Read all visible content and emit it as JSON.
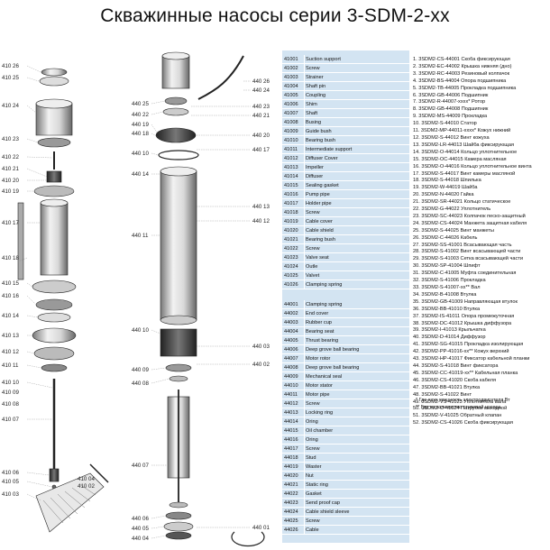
{
  "title": "Скважинные насосы серии 3-SDM-2-xx",
  "table": {
    "group1": [
      [
        "41001",
        "Suction support"
      ],
      [
        "41002",
        "Screw"
      ],
      [
        "41003",
        "Strainer"
      ],
      [
        "41004",
        "Shaft pin"
      ],
      [
        "41005",
        "Coupling"
      ],
      [
        "41006",
        "Shim"
      ],
      [
        "41007",
        "Shaft"
      ],
      [
        "41008",
        "Busing"
      ],
      [
        "41009",
        "Guide bush"
      ],
      [
        "41010",
        "Bearing bush"
      ],
      [
        "41011",
        "Intermediate support"
      ],
      [
        "41012",
        "Diffuser Cover"
      ],
      [
        "41013",
        "Impeller"
      ],
      [
        "41014",
        "Diffuser"
      ],
      [
        "41015",
        "Sealing gasket"
      ],
      [
        "41016",
        "Pump pipe"
      ],
      [
        "41017",
        "Holder pipe"
      ],
      [
        "41018",
        "Screw"
      ],
      [
        "41019",
        "Cable cover"
      ],
      [
        "41020",
        "Cable shield"
      ],
      [
        "41021",
        "Bearing bush"
      ],
      [
        "41022",
        "Screw"
      ],
      [
        "41023",
        "Valve seat"
      ],
      [
        "41024",
        "Outle"
      ],
      [
        "41025",
        "Valvet"
      ],
      [
        "41026",
        "Clamping spring"
      ]
    ],
    "group2": [
      [
        "44001",
        "Clamping spring"
      ],
      [
        "44002",
        "End cover"
      ],
      [
        "44003",
        "Rubber cup"
      ],
      [
        "44004",
        "Bearing seat"
      ],
      [
        "44005",
        "Thrust bearing"
      ],
      [
        "44006",
        "Deep grove ball bearing"
      ],
      [
        "44007",
        "Motor rotor"
      ],
      [
        "44008",
        "Deep grove ball bearing"
      ],
      [
        "44009",
        "Mechanical seal"
      ],
      [
        "44010",
        "Motor stator"
      ],
      [
        "44011",
        "Motor pipe"
      ],
      [
        "44012",
        "Screw"
      ],
      [
        "44013",
        "Locking ring"
      ],
      [
        "44014",
        "Oring"
      ],
      [
        "44015",
        "Oil chamber"
      ],
      [
        "44016",
        "Oring"
      ],
      [
        "44017",
        "Screw"
      ],
      [
        "44018",
        "Stud"
      ],
      [
        "44019",
        "Waster"
      ],
      [
        "44020",
        "Nut"
      ],
      [
        "44021",
        "Static ring"
      ],
      [
        "44022",
        "Gasket"
      ],
      [
        "44023",
        "Send proof cap"
      ],
      [
        "44024",
        "Cable shield sleeve"
      ],
      [
        "44025",
        "Screw"
      ],
      [
        "44026",
        "Cable"
      ]
    ]
  },
  "parts_list": [
    "1. 3SDM2-CS-44001 Скоба фиксирующая",
    "2. 3SDM2-EC-44002 Крышка нижняя (дно)",
    "3. 3SDM2-RC-44003 Резиновый колпачок",
    "4. 3SDM2-BS-44004 Опора подшипника",
    "5. 3SDM2-TB-44005 Прокладка подшипника",
    "6. 3SDM2-GB-44006 Подшипник",
    "7. 3SDM2-R-44007-xxxx* Ротор",
    "8. 3SDM2-GB-44008 Подшипник",
    "9. 3SDM2-MS-44009 Прокладка",
    "10. 3SDM2-S-44010 Статор",
    "11. 3SDM2-MP-44011-xxxx* Кожух нижний",
    "12. 3SDM2-S-44012 Винт кожуха",
    "13. 3SDM2-LR-44013 Шайба фиксирующая",
    "14. 3SDM2-O-44014 Кольцо уплотнительное",
    "15. 3SDM2-OC-44015 Камера масляная",
    "16. 3SDM2-O-44016 Кольцо уплотнительное винта",
    "17. 3SDM2-S-44017 Винт камеры масляной",
    "18. 3SDM2-S-44018 Шпилька",
    "19. 3SDM2-W-44019 Шайба",
    "20. 3SDM2-N-44020 Гайка",
    "21. 3SDM2-SR-44021 Кольцо статическое",
    "22. 3SDM2-G-44022 Уплотнитель",
    "23. 3SDM2-SC-44023 Колпачок песко-защитный",
    "24. 3SDM2-CS-44024 Манжета защитная кабеля",
    "25. 3SDM2-S-44025 Винт манжеты",
    "26. 3SDM2-C-44026 Кабель",
    "27. 3SDM2-SS-41001 Всасывающая часть",
    "28. 3SDM2-S-41002 Винт всасывающей части",
    "29. 3SDM2-S-41003 Сетка всасывающей части",
    "30. 3SDM2-SP-41004 Шпифт",
    "31. 3SDM2-C-41005 Муфта соединительная",
    "32. 3SDM2-S-41006 Прокладка",
    "33. 3SDM2-S-41007-xx** Вал",
    "34. 3SDM2-B-41008 Втулка",
    "35. 3SDM2-GB-41009 Направляющая втулок",
    "36. 3SDM2-BB-41010 Втулка",
    "37. 3SDM2-IS-41011 Опора промежуточная",
    "38. 3SDM2-DC-41012 Крышка диффузора",
    "39. 3SDM2-I-41013 Крыльчатка",
    "40. 3SDM2-D-41014 Диффузор",
    "41. 3SDM2-SG-41015 Прокладка изолирующая",
    "42. 3SDM2-PP-41016-xx** Кожух верхний",
    "43. 3SDM2-HP-41017 Фиксатор кабельной планки",
    "44. 3SDM2-S-41018 Винт фиксатора",
    "45. 3SDM2-CC-41019-xx** Кабельная планка",
    "46. 3SDM2-CS-41020 Скоба кабеля",
    "47. 3SDM2-BB-41021 Втулка",
    "48. 3SDM2-S-41022 Винт",
    "49. 3SDM2-VS-41023 Уплотнитель вала",
    "50. 3SDM2-O-41024 Патрубок выходной",
    "51. 3SDM2-V-41025 Обратный клапан",
    "52. 3SDM2-CS-41026 Скоба фиксирующая"
  ],
  "notes": [
    "* Где хххх мощность электродвигателя Вт",
    "** Где хх количество ступеней насоса"
  ],
  "left_labels": [
    "410 26",
    "410 25",
    "410 24",
    "410 23",
    "410 22",
    "410 21",
    "410 20",
    "410 19",
    "410 17",
    "410 18",
    "410 15",
    "410 16",
    "410 14",
    "410 13",
    "410 12",
    "410 11",
    "410 10",
    "410 09",
    "410 08",
    "410 07",
    "410 06",
    "410 05",
    "410 03"
  ],
  "labels_410_right": [
    "410 04",
    "410 02"
  ],
  "center_labels": [
    "440 25",
    "440 22",
    "440 19",
    "440 18",
    "440 10",
    "440 14",
    "440 11",
    "440 10",
    "440 09",
    "440 08",
    "440 07",
    "440 06",
    "440 05",
    "440 04"
  ],
  "right_labels": [
    "440 26",
    "440 24",
    "440 23",
    "440 21",
    "440 20",
    "440 17",
    "440 13",
    "440 12",
    "440 03",
    "440 02",
    "440 01"
  ],
  "colors": {
    "table_bg": "#d3e4f2",
    "line": "#222222"
  }
}
